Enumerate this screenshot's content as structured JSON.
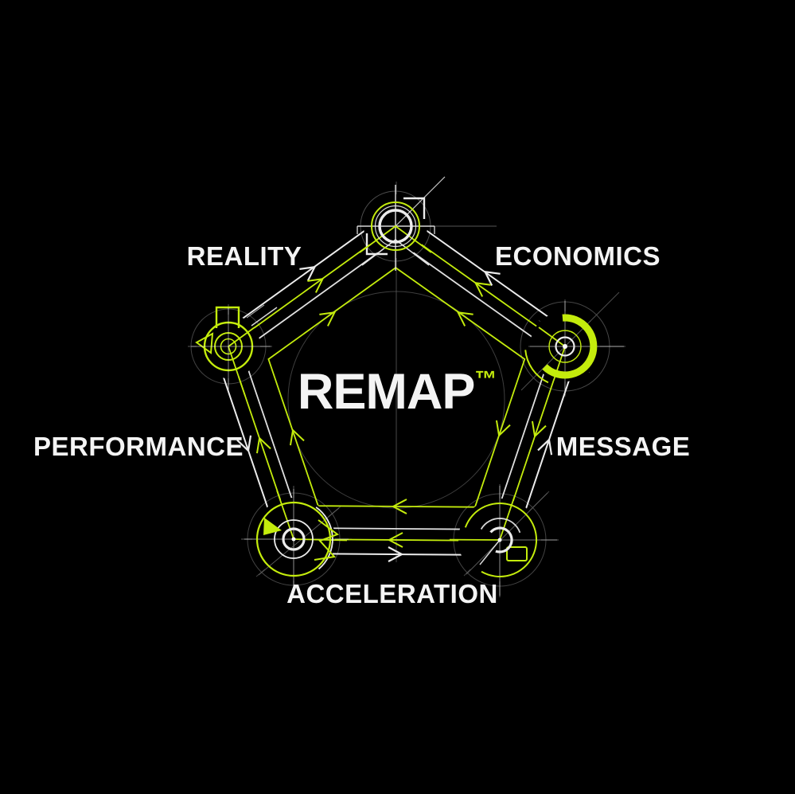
{
  "diagram": {
    "center": {
      "title": "REMAP",
      "trademark": "™"
    },
    "labels": {
      "reality": "REALITY",
      "economics": "ECONOMICS",
      "performance": "PERFORMANCE",
      "message": "MESSAGE",
      "acceleration": "ACCELERATION"
    },
    "colors": {
      "background": "#000000",
      "line_white": "#ececec",
      "accent_lime": "#c4ec0c",
      "construction_gray": "#5f5f5f",
      "label_white": "#f4f4f4"
    },
    "icons": {
      "top": "drafting-target-icon",
      "left": "key-pointer-icon",
      "right": "c-ring-icon",
      "bottom_left": "dial-wedge-icon",
      "bottom_right": "dial-tab-icon"
    }
  }
}
